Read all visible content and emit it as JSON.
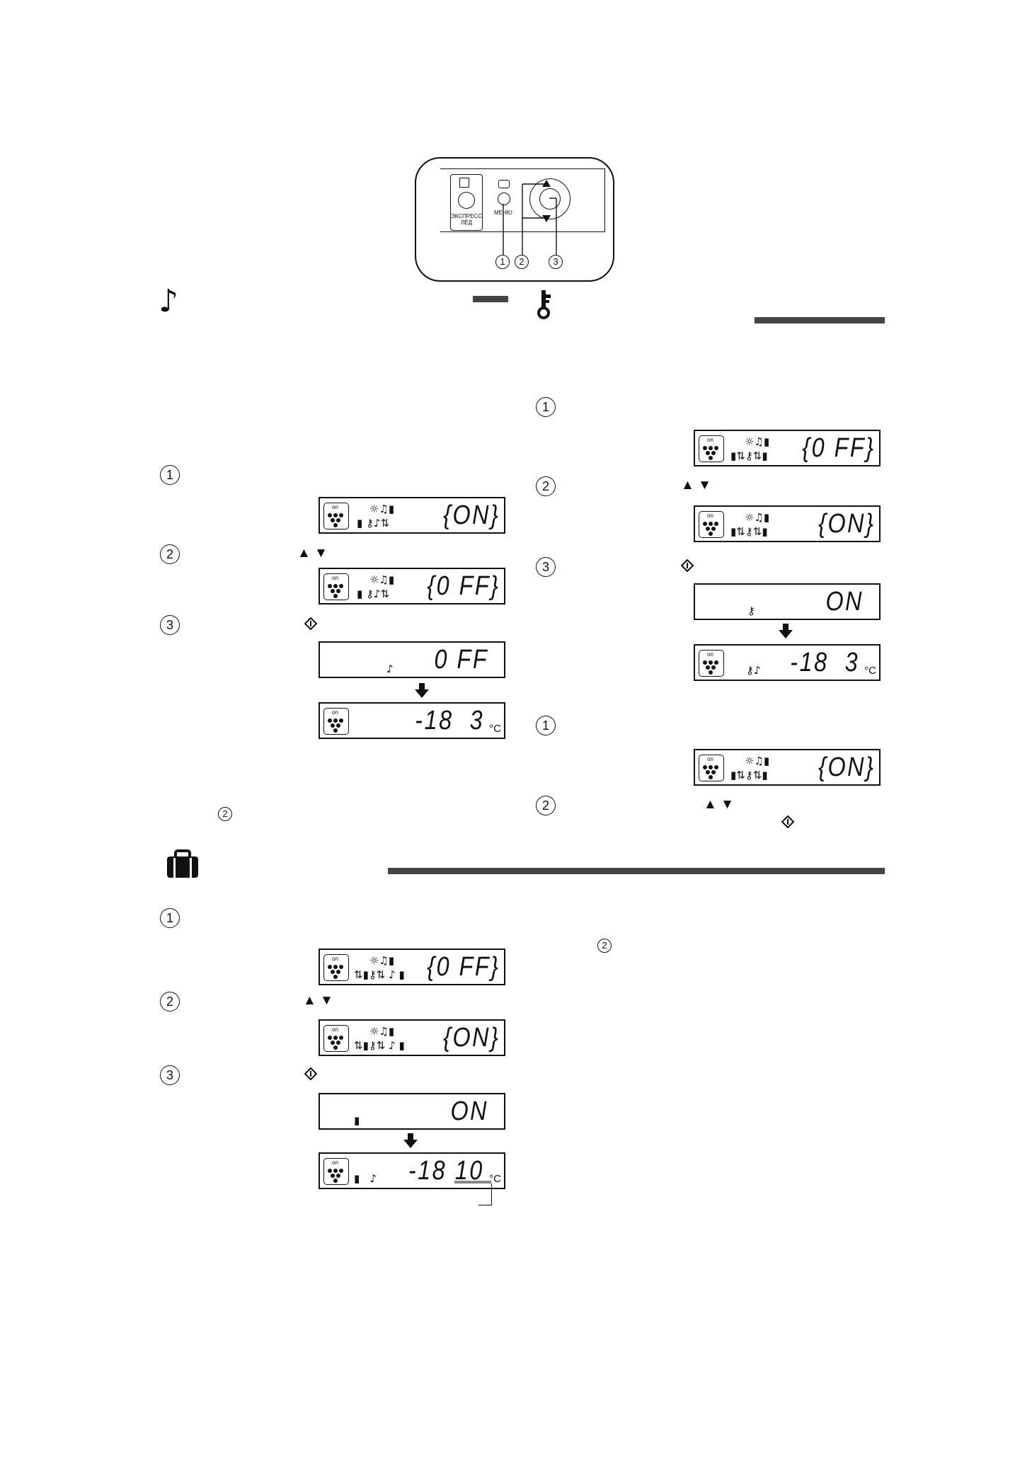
{
  "panel": {
    "express_label_line1": "ЭКСПРЕСС",
    "express_label_line2": "ЛЁД",
    "menu_label": "МЕНЮ",
    "callouts": [
      "1",
      "2",
      "3"
    ]
  },
  "sections": {
    "sound": {
      "icon": "music-note-icon"
    },
    "lock": {
      "icon": "key-icon"
    },
    "vacation": {
      "icon": "suitcase-icon"
    }
  },
  "steps": {
    "n1": "1",
    "n2": "2",
    "n3": "3",
    "up_down": "▲ ▼",
    "start": "◈"
  },
  "displays": {
    "on_blink": "{ON}",
    "off_blink": "{0 FF}",
    "on": "ON",
    "off": "0 FF",
    "temp_a": "-18  3",
    "temp_b": "-18 10",
    "unit": "°C",
    "cap_label": "on"
  },
  "icons": [
    "music-note-icon",
    "key-icon",
    "suitcase-icon",
    "sun-icon",
    "bell-icon",
    "down-arrow-icon",
    "up-down-icon",
    "start-diamond-icon"
  ]
}
